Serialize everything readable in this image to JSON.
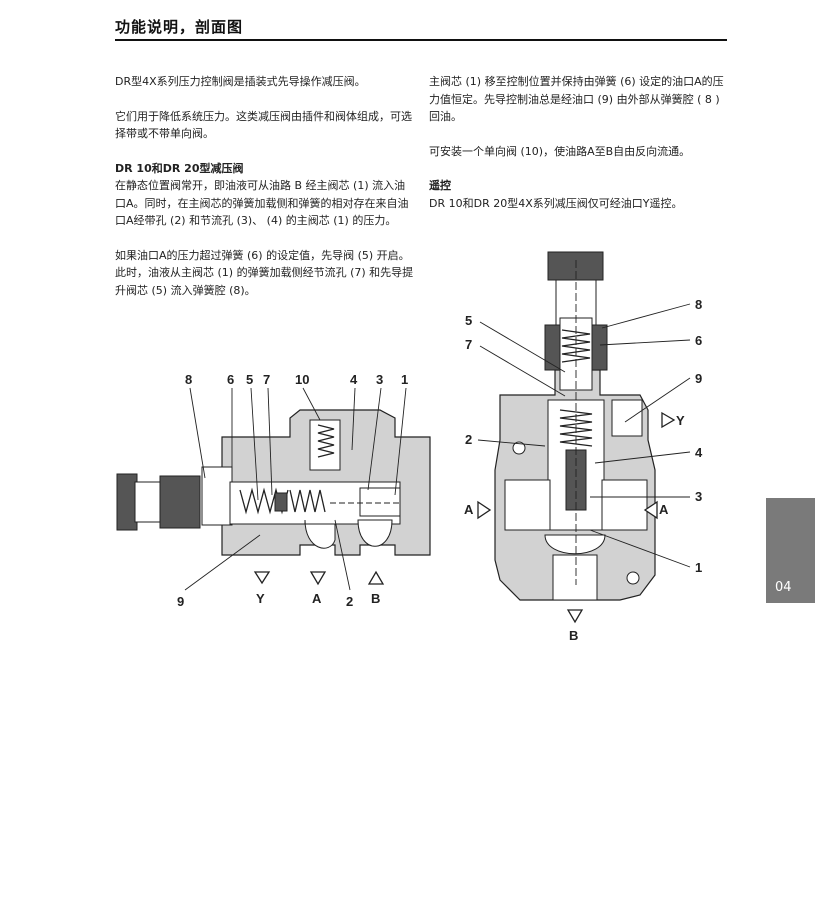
{
  "header": {
    "title": "功能说明，剖面图"
  },
  "left_column": {
    "p1": "DR型4X系列压力控制阀是插装式先导操作减压阀。",
    "p2": "它们用于降低系统压力。这类减压阀由插件和阀体组成，可选择带或不带单向阀。",
    "sub_heading": "DR 10和DR 20型减压阀",
    "p3": "在静态位置阀常开，即油液可从油路 B 经主阀芯 (1) 流入油口A。同时，在主阀芯的弹簧加载侧和弹簧的相对存在来自油口A经带孔 (2) 和节流孔 (3)、 (4) 的主阀芯 (1) 的压力。",
    "p4": "如果油口A的压力超过弹簧 (6) 的设定值，先导阀 (5) 开启。此时，油液从主阀芯 (1) 的弹簧加载侧经节流孔 (7) 和先导提升阀芯 (5) 流入弹簧腔 (8)。"
  },
  "right_column": {
    "p1": "主阀芯 (1) 移至控制位置并保持由弹簧 (6) 设定的油口A的压力值恒定。先导控制油总是经油口 (9) 由外部从弹簧腔 ( 8 ) 回油。",
    "p2": "可安装一个单向阀 (10)，使油路A至B自由反向流通。",
    "sub_heading": "遥控",
    "p3": "DR 10和DR 20型4X系列减压阀仅可经油口Y遥控。"
  },
  "diagram_left": {
    "labels": [
      "8",
      "6",
      "5",
      "7",
      "10",
      "4",
      "3",
      "1",
      "9",
      "Y",
      "A",
      "2",
      "B"
    ]
  },
  "diagram_right": {
    "labels": [
      "5",
      "7",
      "2",
      "8",
      "6",
      "9",
      "Y",
      "4",
      "3",
      "A",
      "A",
      "1",
      "B"
    ]
  },
  "side_tab": {
    "text": "04"
  }
}
